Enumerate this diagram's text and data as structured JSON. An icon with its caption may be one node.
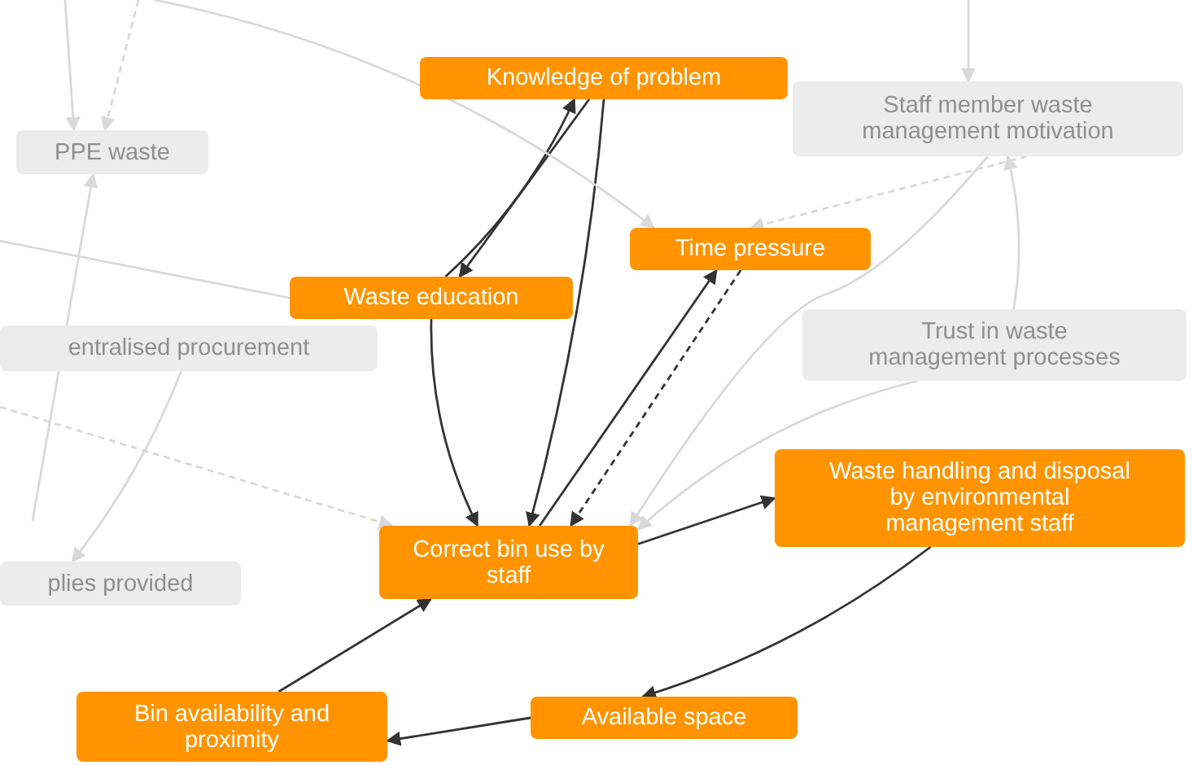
{
  "diagram": {
    "nodes": [
      {
        "text": [
          "Knowledge of problem"
        ]
      },
      {
        "text": [
          "Staff member waste management motivation"
        ]
      },
      {
        "text": [
          "PPE waste"
        ]
      },
      {
        "text": [
          "Time pressure"
        ]
      },
      {
        "text": [
          "Waste education"
        ]
      },
      {
        "text": [
          "Trust in waste management processes"
        ]
      },
      {
        "text": [
          "entralised procurement"
        ]
      },
      {
        "text": [
          "Waste handling and disposal by environmental management staff"
        ]
      },
      {
        "text": [
          "Correct bin use by staff"
        ]
      },
      {
        "text": [
          "plies provided"
        ]
      },
      {
        "text": [
          "Available space"
        ]
      },
      {
        "text": [
          "Bin availability and proximity"
        ]
      }
    ],
    "edges": [
      {
        "from": 4,
        "to": 0,
        "arrow": "to",
        "color": "#333333"
      },
      {
        "from": 0,
        "to": 4,
        "arrow": "to",
        "color": "#333333"
      },
      {
        "from": 0,
        "to": 8,
        "arrow": "to",
        "color": "#333333"
      },
      {
        "from": 4,
        "to": 8,
        "arrow": "to",
        "color": "#333333"
      },
      {
        "from": 8,
        "to": 3,
        "arrow": "to",
        "color": "#333333"
      },
      {
        "from": 3,
        "to": 8,
        "arrow": "to",
        "style": "dashed",
        "color": "#333333"
      },
      {
        "from": 8,
        "to": 7,
        "arrow": "to",
        "color": "#333333"
      },
      {
        "from": 7,
        "to": 10,
        "arrow": "to",
        "color": "#333333"
      },
      {
        "from": 10,
        "to": 11,
        "arrow": "to",
        "color": "#333333"
      },
      {
        "from": 11,
        "to": 8,
        "arrow": "to",
        "color": "#333333"
      },
      {
        "from": null,
        "to": 2,
        "arrow": "to"
      },
      {
        "from": null,
        "to": 2,
        "arrow": "to",
        "style": "dashed"
      },
      {
        "from": null,
        "to": 2,
        "arrow": "to"
      },
      {
        "from": null,
        "to": 3,
        "arrow": "to"
      },
      {
        "from": null,
        "to": 4,
        "arrow": "none"
      },
      {
        "from": null,
        "to": 1,
        "arrow": "to"
      },
      {
        "from": 1,
        "to": 3,
        "arrow": "to",
        "style": "dashed"
      },
      {
        "from": 5,
        "to": 1,
        "arrow": "to"
      },
      {
        "from": 1,
        "to": 8,
        "arrow": "to"
      },
      {
        "from": 5,
        "to": 8,
        "arrow": "to"
      },
      {
        "from": null,
        "to": 8,
        "arrow": "to",
        "style": "dashed"
      },
      {
        "from": 6,
        "to": 9,
        "arrow": "to"
      }
    ]
  }
}
